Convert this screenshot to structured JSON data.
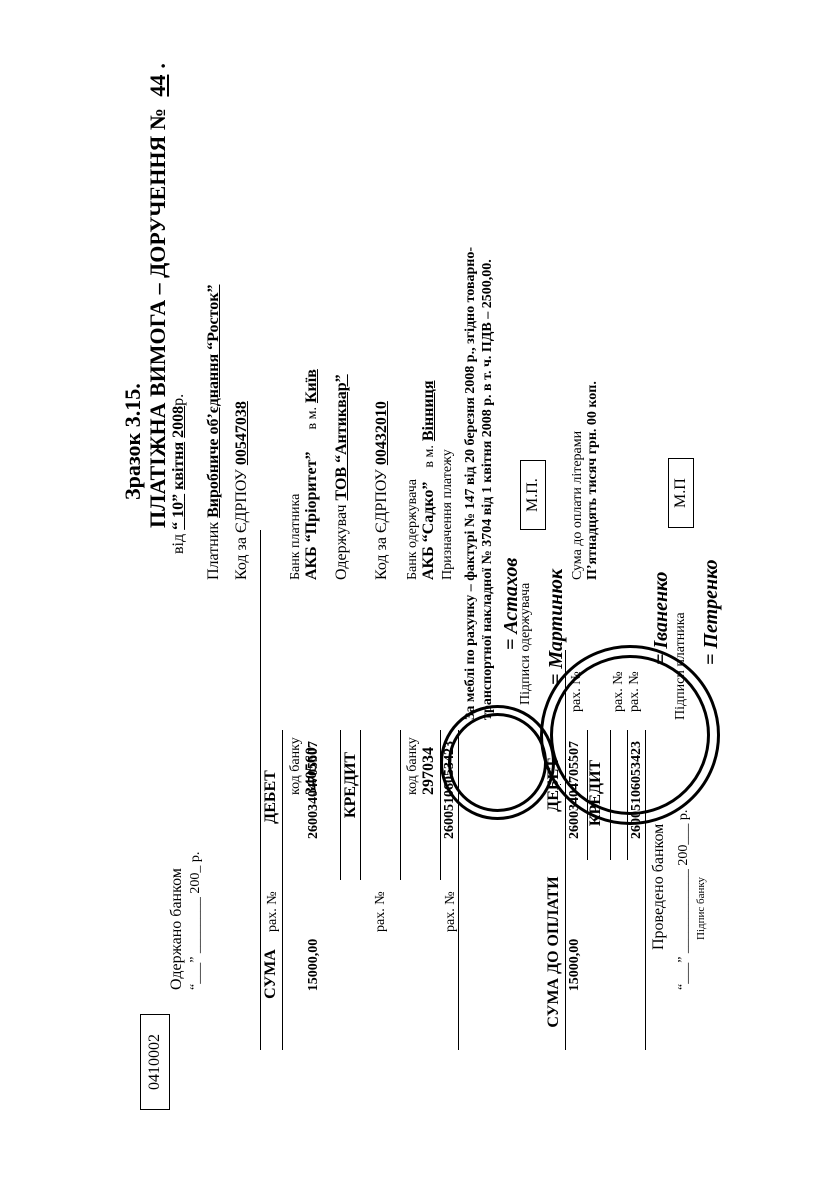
{
  "header": {
    "sample": "Зразок 3.15.",
    "title": "ПЛАТІЖНА ВИМОГА – ДОРУЧЕННЯ №",
    "number": "44",
    "form_code": "0410002",
    "date_prefix": "від",
    "date_day": "10",
    "date_month": "квітня",
    "date_year": "2008",
    "date_suffix": "р."
  },
  "received": {
    "label": "Одержано банком",
    "line": "“___” ________ 200_ р."
  },
  "payer": {
    "label": "Платник",
    "name": "Виробниче об’єднання “Росток”",
    "edrpou_label": "Код за ЄДРПОУ",
    "edrpou": "00547038",
    "bank_label": "Банк платника",
    "bank_name": "АКБ   “Пріоритет”",
    "city_label": "в м.",
    "city": "Київ",
    "bank_code_label": "код банку",
    "bank_code": "340560",
    "account_label": "рах. №"
  },
  "recipient": {
    "label": "Одержувач",
    "name": "ТОВ “Антиквар”",
    "edrpou_label": "Код за ЄДРПОУ",
    "edrpou": "00432010",
    "bank_label": "Банк одержувача",
    "bank_name": "АКБ “Садко”",
    "city_label": "в м.",
    "city": "Вінниця",
    "bank_code_label": "код банку",
    "bank_code": "297034",
    "account_label": "рах. №"
  },
  "table1": {
    "debit": "ДЕБЕТ",
    "sum": "СУМА",
    "credit": "КРЕДИТ",
    "debit_account": "26003404705507",
    "amount": "15000,00",
    "credit_account": "26005106053423"
  },
  "purpose": {
    "label": "Призначення платежу",
    "line1": "За меблі по рахунку – фактурі № 147 від 20 березня 2008 р., згідно товарно-",
    "line2": "транспортної накладної № 3704 від 1 квітня 2008 р. в т. ч. ПДВ – 2500,00."
  },
  "signatures_top": {
    "sign1": "= Астахов",
    "label": "Підписи одержувача",
    "sign2": "= Мартинюк",
    "mp": "М.П."
  },
  "sum_words": {
    "label": "Сума до оплати літерами",
    "text": "П’ятнадцять тисяч грн. 00 коп."
  },
  "table2": {
    "debit": "ДЕБЕТ",
    "sum": "СУМА ДО ОПЛАТИ",
    "credit": "КРЕДИТ",
    "debit_account": "26003404705507",
    "amount": "15000,00",
    "credit_account": "26005106053423",
    "account_label": "рах. №"
  },
  "signatures_bottom": {
    "sign1": "= Іваненко",
    "label": "Підписи платника",
    "sign2": "= Петренко",
    "mp": "М.П"
  },
  "processed": {
    "label": "Проведено банком",
    "line": "“___” ____________ 200___ р.",
    "bank_sign": "Підпис банку"
  }
}
